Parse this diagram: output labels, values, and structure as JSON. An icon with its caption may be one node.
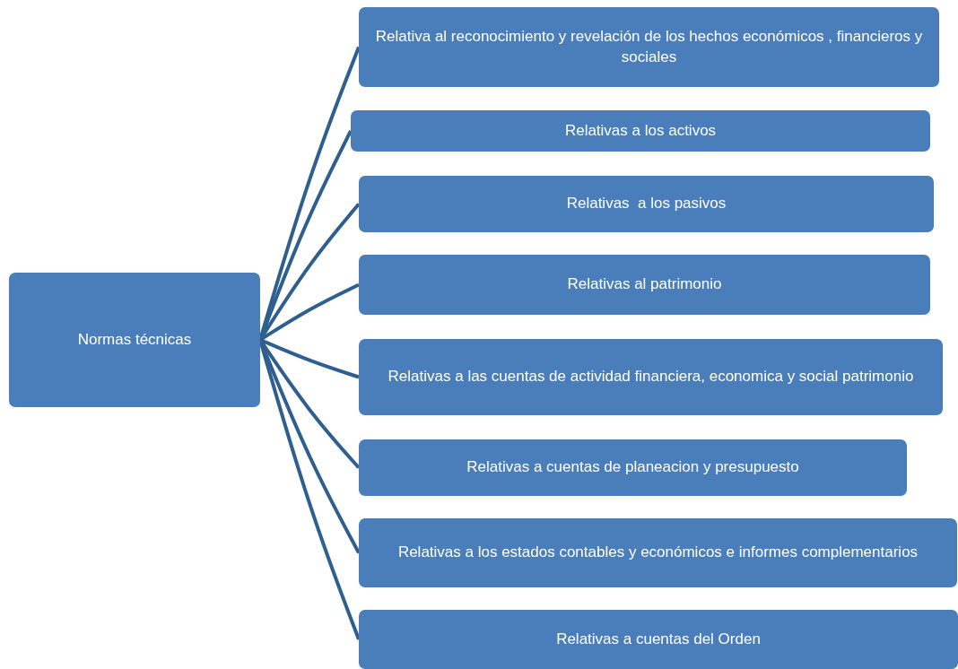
{
  "diagram": {
    "nodes": [
      {
        "text": [
          "Normas técnicas"
        ]
      },
      {
        "text": [
          "Relativa al reconocimiento y revelación de los hechos económicos , financieros y sociales"
        ]
      },
      {
        "text": [
          "Relativas a los activos"
        ]
      },
      {
        "text": [
          "Relativas  a los pasivos"
        ]
      },
      {
        "text": [
          "Relativas al patrimonio"
        ]
      },
      {
        "text": [
          "Relativas a las cuentas de actividad financiera, economica y social patrimonio"
        ]
      },
      {
        "text": [
          "Relativas a cuentas de planeacion y presupuesto"
        ]
      },
      {
        "text": [
          "Relativas a los estados contables y económicos e informes complementarios"
        ]
      },
      {
        "text": [
          "Relativas a cuentas del Orden"
        ]
      }
    ],
    "edges": [
      {
        "from": 0,
        "to": 1,
        "arrow": "none"
      },
      {
        "from": 0,
        "to": 2,
        "arrow": "none"
      },
      {
        "from": 0,
        "to": 3,
        "arrow": "none"
      },
      {
        "from": 0,
        "to": 4,
        "arrow": "none"
      },
      {
        "from": 0,
        "to": 5,
        "arrow": "none"
      },
      {
        "from": 0,
        "to": 6,
        "arrow": "none"
      },
      {
        "from": 0,
        "to": 7,
        "arrow": "none"
      },
      {
        "from": 0,
        "to": 8,
        "arrow": "none"
      }
    ]
  }
}
